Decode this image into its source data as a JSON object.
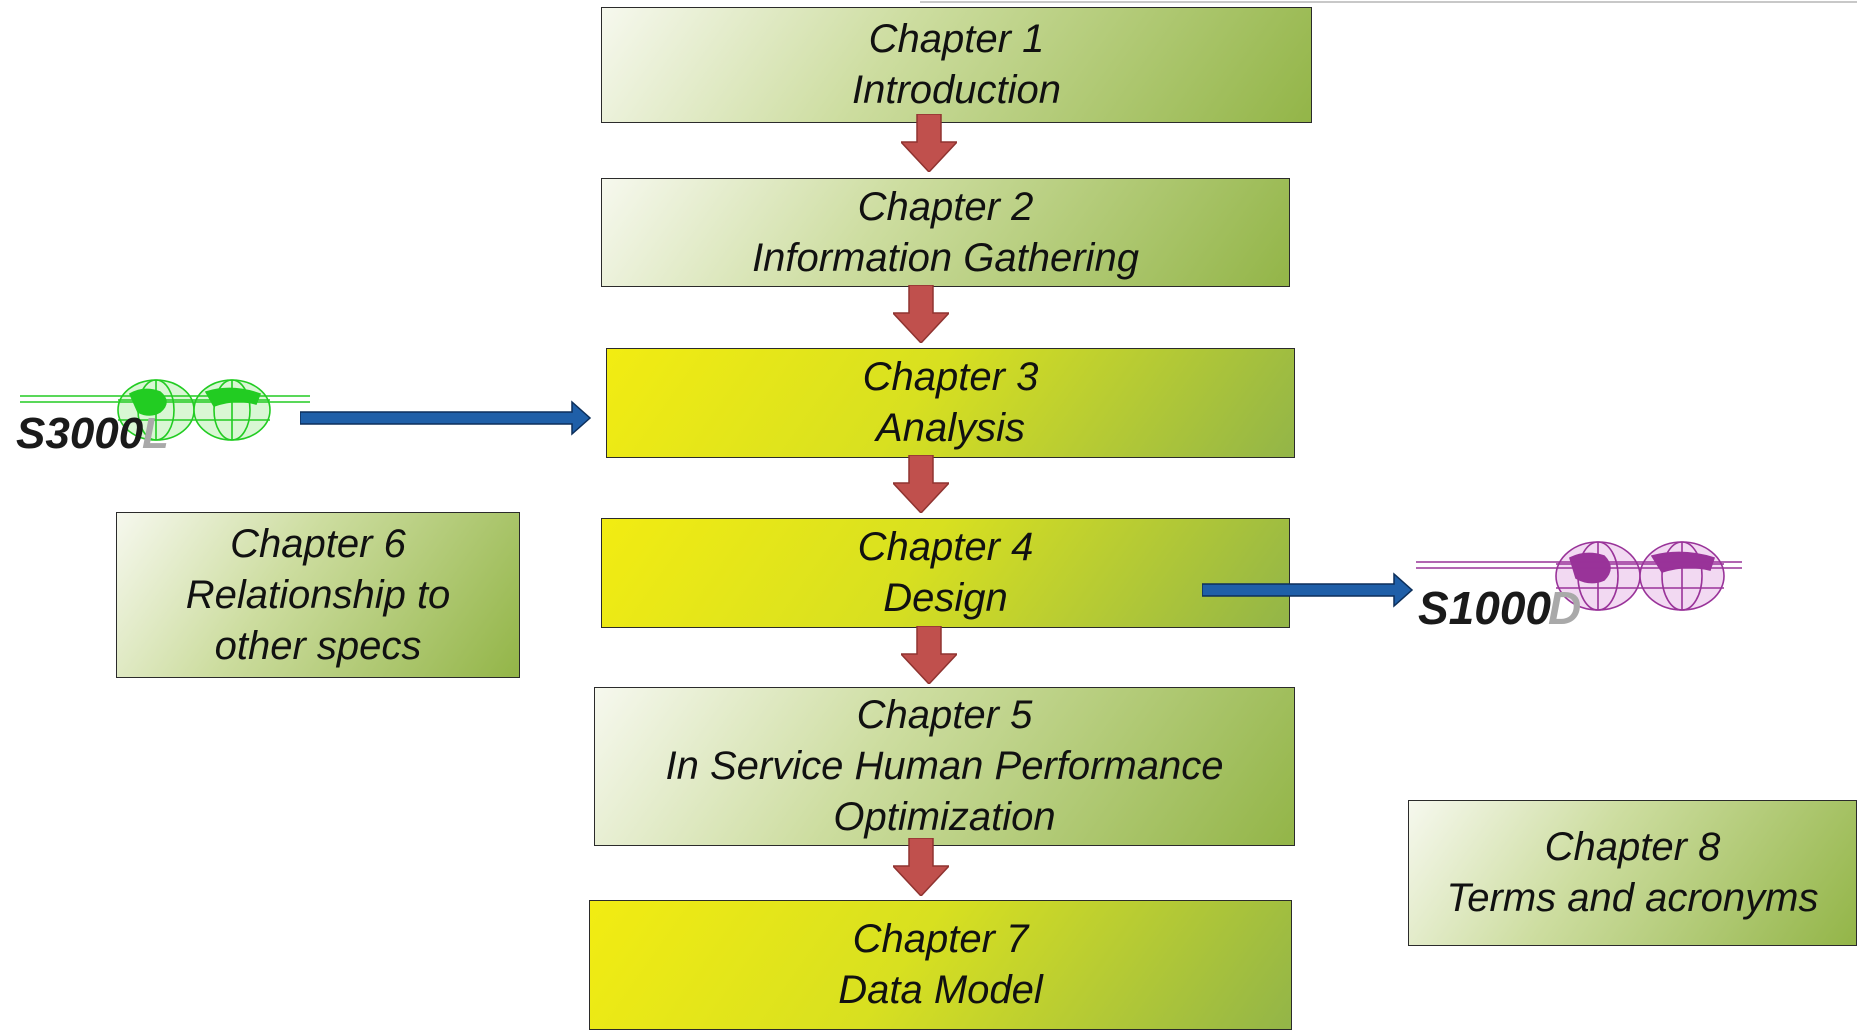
{
  "diagram": {
    "chapters": [
      {
        "id": "ch1",
        "title": "Chapter  1",
        "lines": [
          "Introduction"
        ]
      },
      {
        "id": "ch2",
        "title": "Chapter 2",
        "lines": [
          "Information Gathering"
        ]
      },
      {
        "id": "ch3",
        "title": "Chapter 3",
        "lines": [
          "Analysis"
        ]
      },
      {
        "id": "ch4",
        "title": "Chapter 4",
        "lines": [
          "Design"
        ]
      },
      {
        "id": "ch5",
        "title": "Chapter 5",
        "lines": [
          "In Service Human Performance",
          "Optimization"
        ]
      },
      {
        "id": "ch6",
        "title": "Chapter 6",
        "lines": [
          "Relationship to",
          "other specs"
        ]
      },
      {
        "id": "ch7",
        "title": "Chapter 7",
        "lines": [
          "Data Model"
        ]
      },
      {
        "id": "ch8",
        "title": "Chapter 8",
        "lines": [
          "Terms and acronyms"
        ]
      }
    ],
    "logos": {
      "s3000l": {
        "prefix": "S3000",
        "suffix": "L",
        "globe_color": "#22cc22"
      },
      "s1000d": {
        "prefix": "S1000",
        "suffix": "D",
        "globe_color": "#993399"
      }
    },
    "colors": {
      "down_arrow": "#c0504d",
      "flow_arrow": "#1f5fa8"
    }
  }
}
